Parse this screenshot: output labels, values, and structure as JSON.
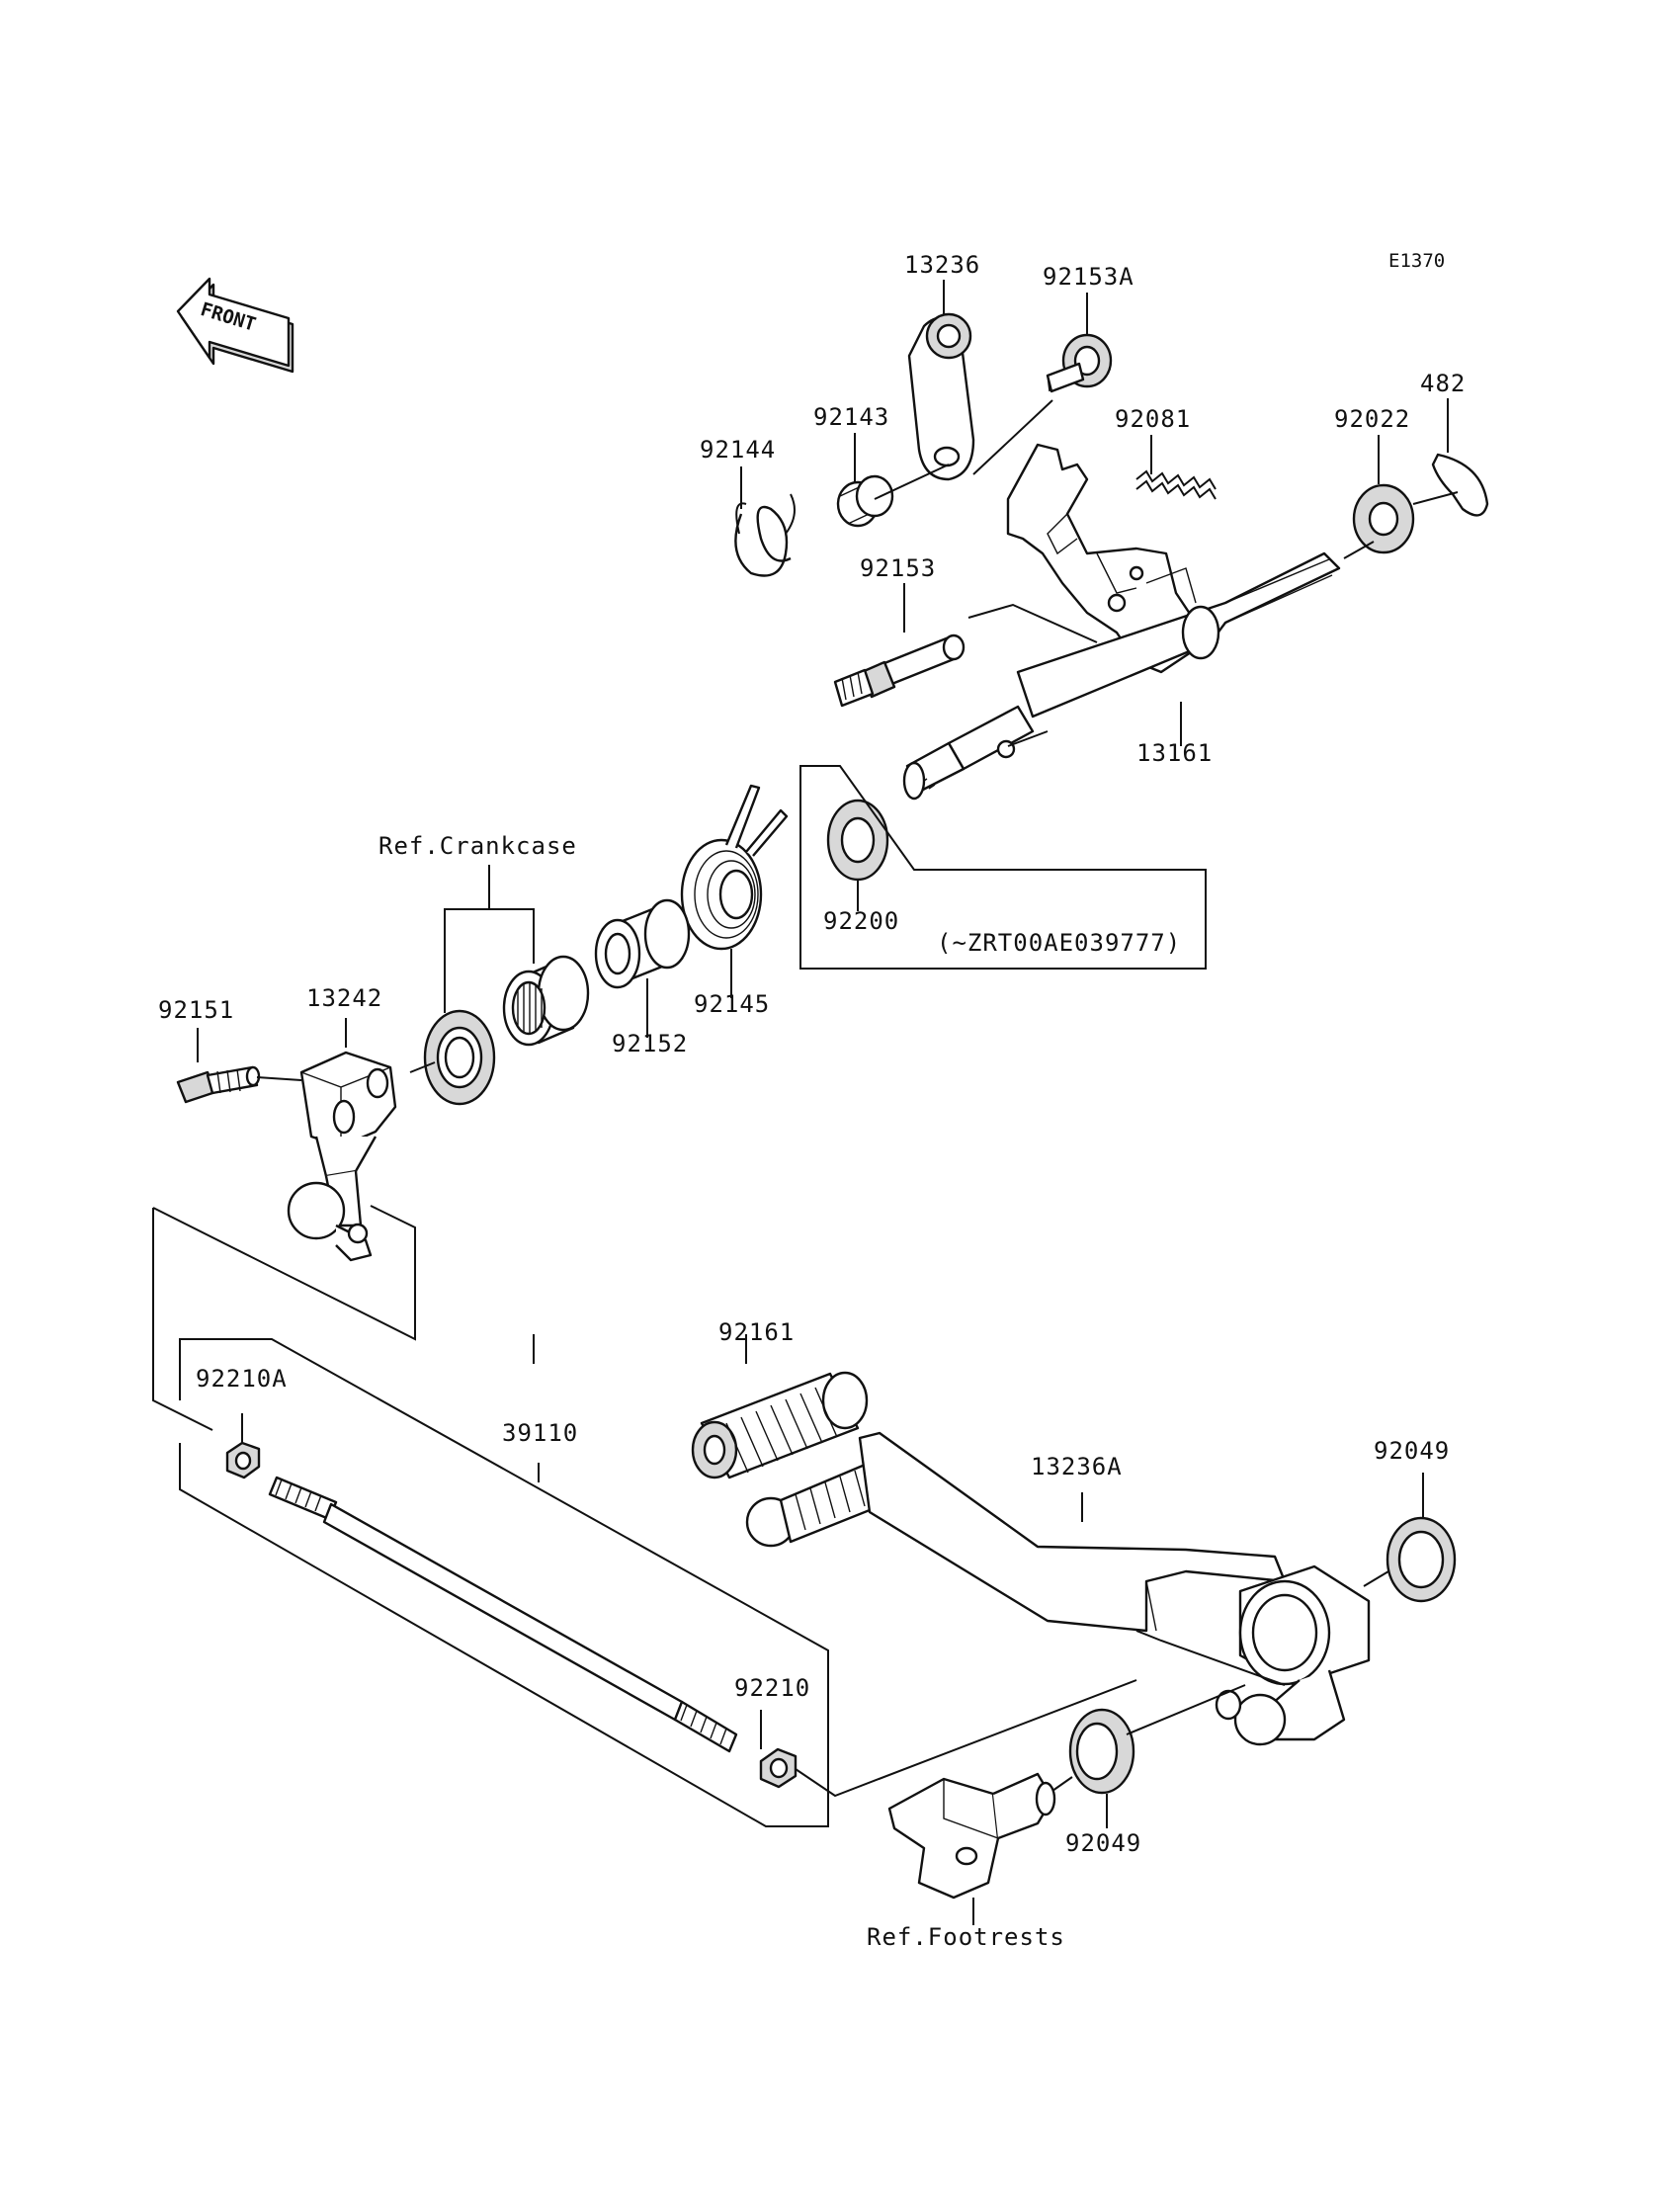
{
  "diagram_code": "E1370",
  "front_arrow_text": "FRONT",
  "refs": {
    "crankcase": "Ref.Crankcase",
    "footrests": "Ref.Footrests"
  },
  "serial_note": "(~ZRT00AE039777)",
  "parts": {
    "p13236": "13236",
    "p92153A": "92153A",
    "p92143": "92143",
    "p92144": "92144",
    "p92081": "92081",
    "p92022": "92022",
    "p482": "482",
    "p92153": "92153",
    "p13161": "13161",
    "p92200": "92200",
    "p92145": "92145",
    "p92152": "92152",
    "p13242": "13242",
    "p92151": "92151",
    "p92161": "92161",
    "p92210A": "92210A",
    "p39110": "39110",
    "p13236A": "13236A",
    "p92049a": "92049",
    "p92049b": "92049",
    "p92210": "92210"
  }
}
